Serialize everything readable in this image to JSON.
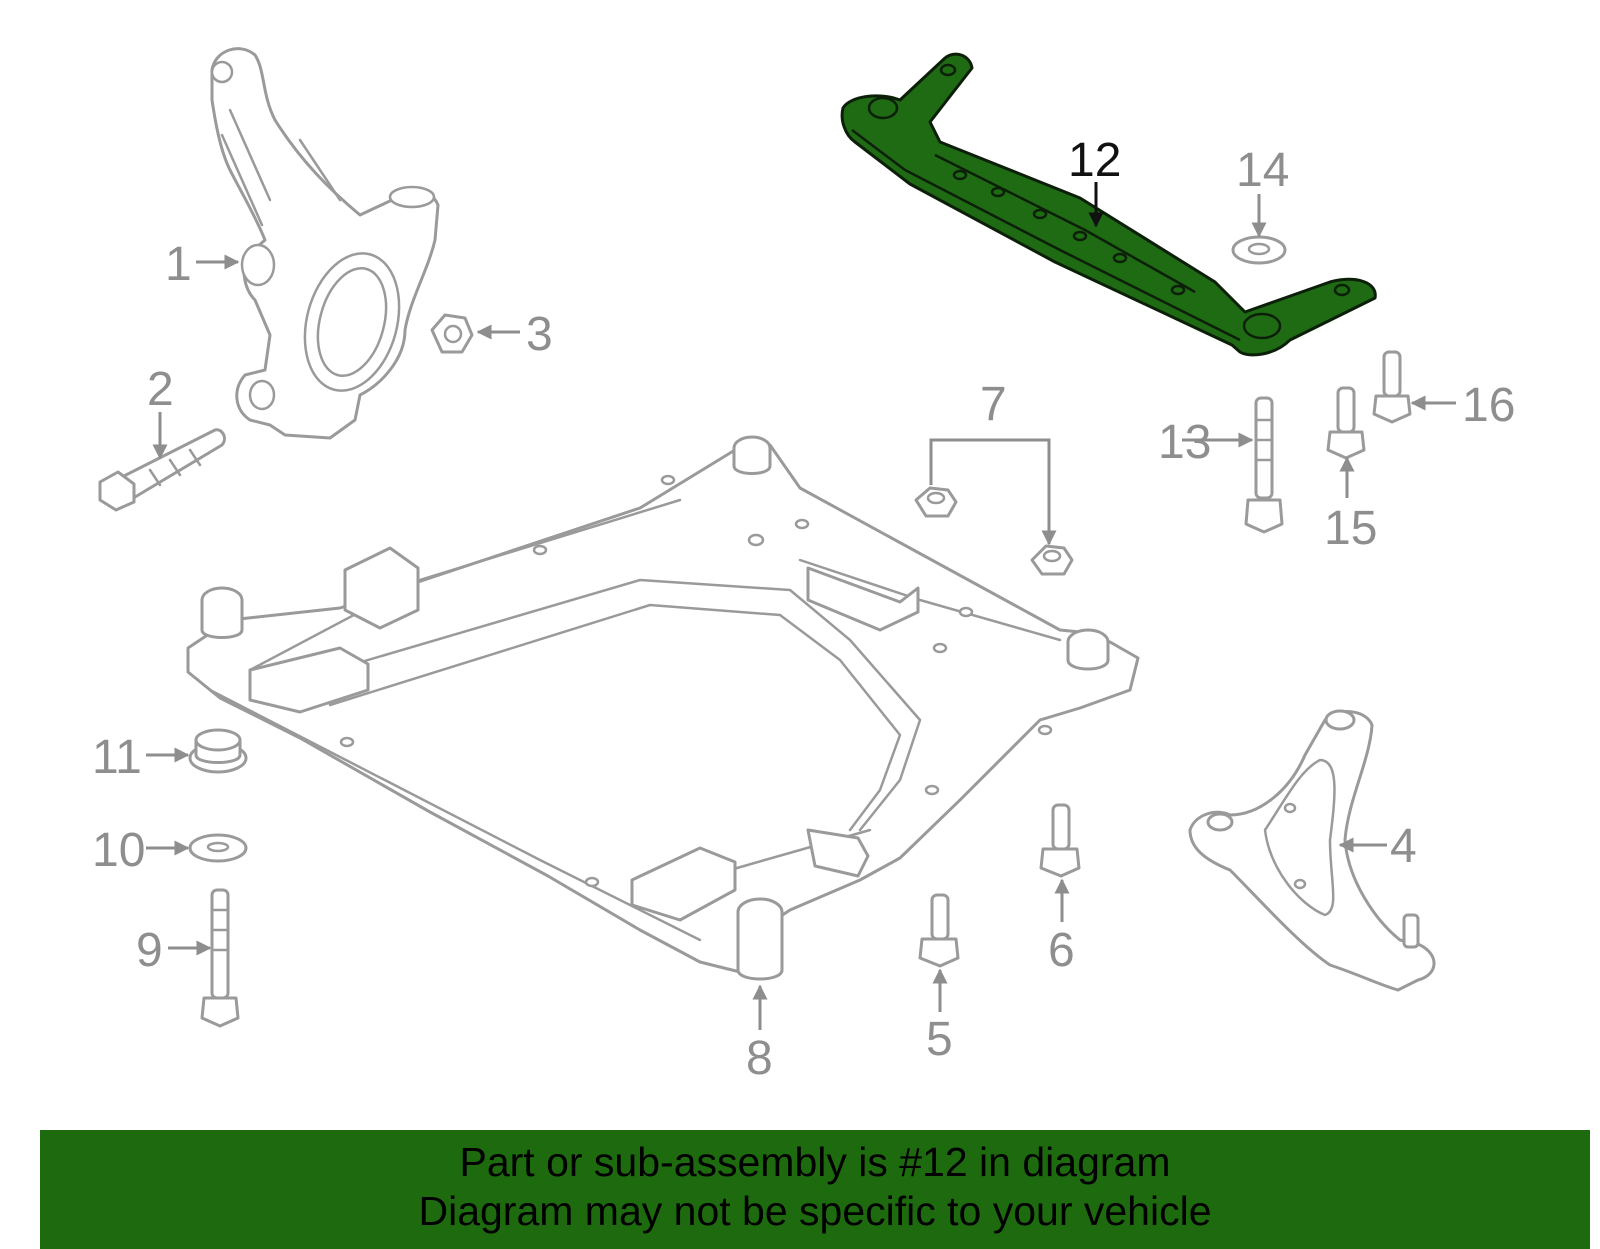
{
  "callouts": {
    "c1": "1",
    "c2": "2",
    "c3": "3",
    "c4": "4",
    "c5": "5",
    "c6": "6",
    "c7": "7",
    "c8": "8",
    "c9": "9",
    "c10": "10",
    "c11": "11",
    "c12": "12",
    "c13": "13",
    "c14": "14",
    "c15": "15",
    "c16": "16"
  },
  "highlighted_part": "12",
  "colors": {
    "highlight": "#1e6b14",
    "banner": "#1e6b0f",
    "outline": "#9a9a9a"
  },
  "banner": {
    "line1": "Part or sub-assembly is #12 in diagram",
    "line2": "Diagram may not be specific to your vehicle"
  }
}
